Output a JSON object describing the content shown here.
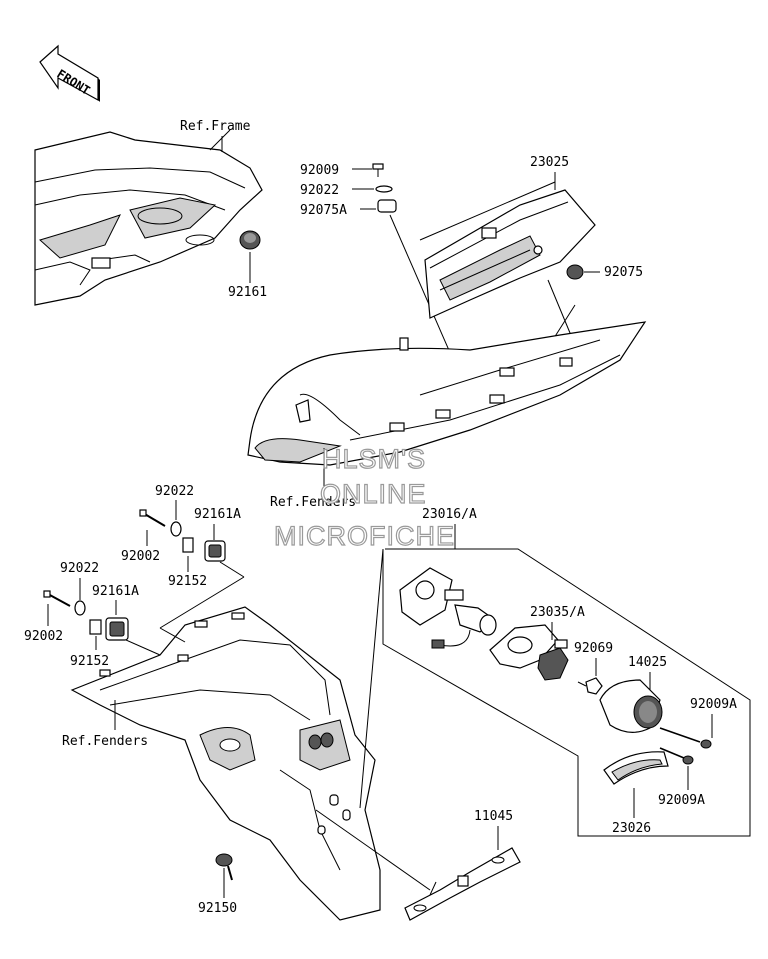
{
  "front_label": "FRONT",
  "labels": {
    "ref_frame": "Ref.Frame",
    "p92161": "92161",
    "p92009": "92009",
    "p92022_top": "92022",
    "p92075A": "92075A",
    "p23025": "23025",
    "p92075": "92075",
    "ref_fenders_top": "Ref.Fenders",
    "p92022_a": "92022",
    "p92161A_a": "92161A",
    "p92002_a": "92002",
    "p92152_a": "92152",
    "p92022_b": "92022",
    "p92161A_b": "92161A",
    "p92002_b": "92002",
    "p92152_b": "92152",
    "ref_fenders_bottom": "Ref.Fenders",
    "p23016A": "23016/A",
    "p23035A": "23035/A",
    "p92069": "92069",
    "p14025": "14025",
    "p92009A_a": "92009A",
    "p92009A_b": "92009A",
    "p23026": "23026",
    "p11045": "11045",
    "p92150": "92150"
  },
  "watermark": [
    "HLSM'S",
    "ONLINE",
    "MICROFICHE"
  ]
}
